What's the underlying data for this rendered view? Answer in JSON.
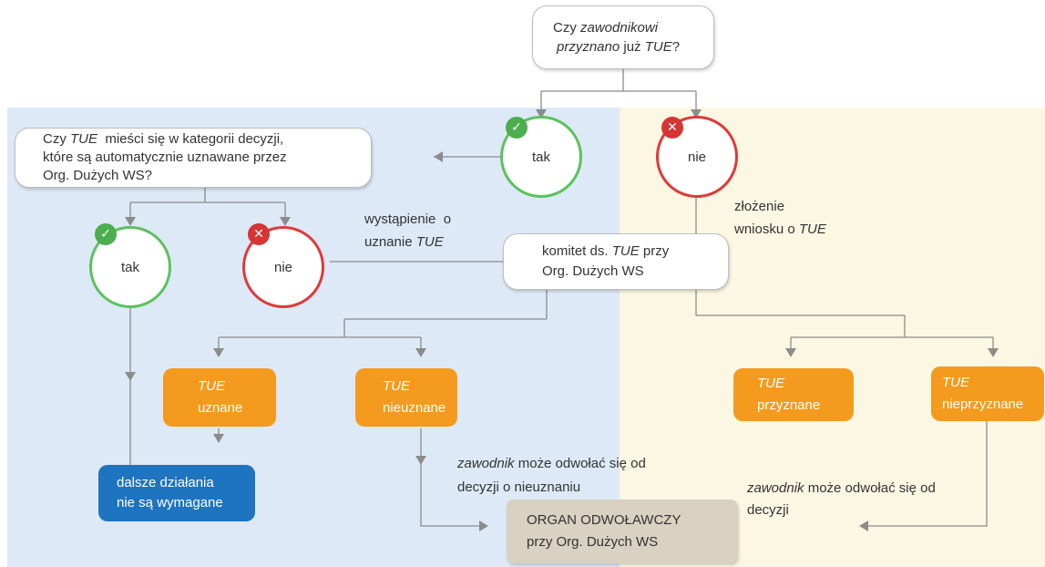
{
  "colors": {
    "blue_region": "#dde9f6",
    "yellow_region": "#fbf7e3",
    "yes": "#5cc25e",
    "no": "#de3a3a",
    "orange": "#f49b1f",
    "blue_box": "#1f74c0",
    "grey_box": "#d9d1c2",
    "connector": "#8c8c8c"
  },
  "icons": {
    "yes_badge": "check-mark",
    "no_badge": "x-mark"
  },
  "start_question": {
    "line1": {
      "a": "Czy ",
      "b": "zawodnikowi"
    },
    "line2": {
      "a": "przyznano",
      "b": " już ",
      "c": "TUE",
      "d": "?"
    }
  },
  "circles": {
    "top_yes": "tak",
    "top_no": "nie",
    "left_yes": "tak",
    "left_no": "nie"
  },
  "category_question": {
    "line1": {
      "a": "Czy ",
      "b": "TUE",
      "c": "  mieści się w kategorii decyzji,"
    },
    "line2": "które są automatycznie uznawane przez",
    "line3": "Org. Dużych WS?"
  },
  "labels": {
    "recognition_request": {
      "line1": "wystąpienie  o",
      "line2a": "uznanie ",
      "line2b": "TUE"
    },
    "application": {
      "line1": "złożenie",
      "line2a": "wniosku o ",
      "line2b": "TUE"
    },
    "appeal_nonrecognition": {
      "line1a": "zawodnik",
      "line1b": " może odwołać się od",
      "line2": "decyzji o nieuznaniu"
    },
    "appeal_decision": {
      "line1a": "zawodnik",
      "line1b": " może odwołać się od",
      "line2": "decyzji"
    }
  },
  "committee": {
    "line1": {
      "a": "komitet ds. ",
      "b": "TUE",
      "c": " przy"
    },
    "line2": "Org. Dużych WS"
  },
  "outcomes": {
    "recognized": {
      "line1": "TUE",
      "line2": "uznane"
    },
    "not_recognized": {
      "line1": "TUE",
      "line2": "nieuznane"
    },
    "granted": {
      "line1": "TUE",
      "line2": "przyznane"
    },
    "not_granted": {
      "line1": "TUE",
      "line2": "nieprzyznane"
    }
  },
  "no_further_action": {
    "line1": "dalsze działania",
    "line2": "nie są wymagane"
  },
  "appeal_body": {
    "line1": "ORGAN ODWOŁAWCZY",
    "line2": "przy Org. Dużych WS"
  }
}
